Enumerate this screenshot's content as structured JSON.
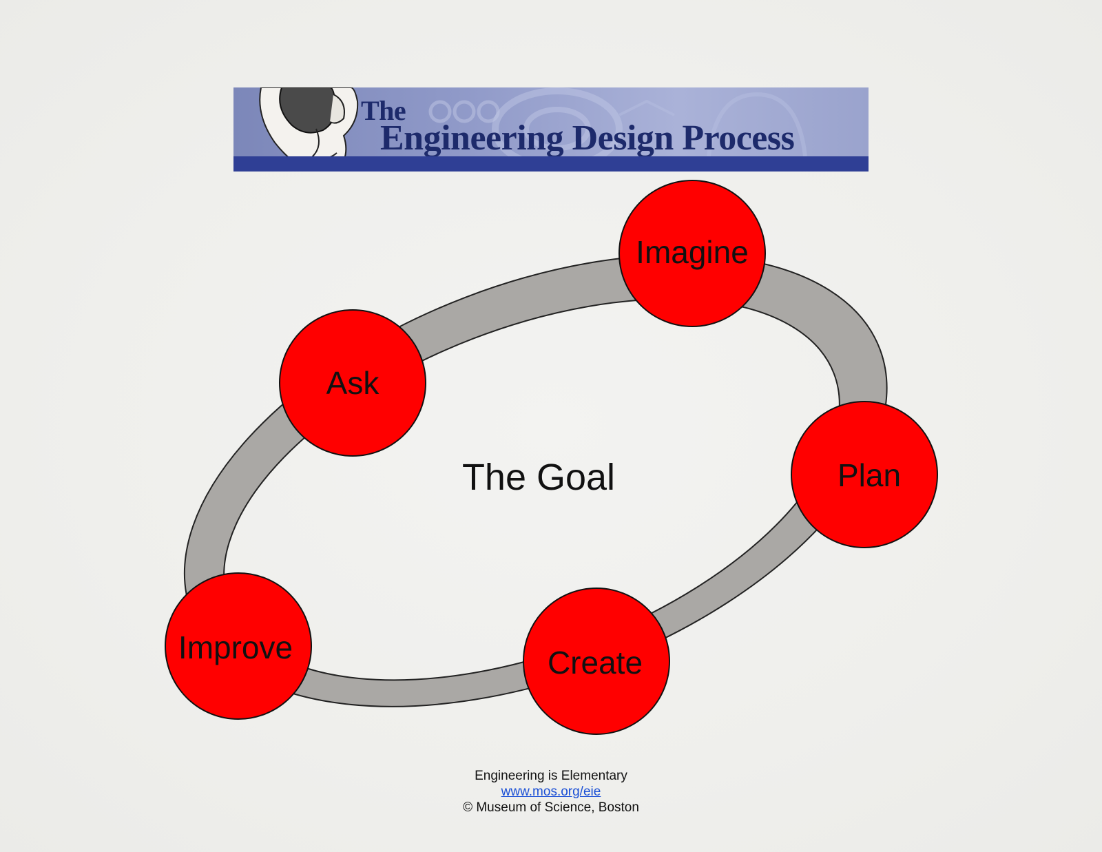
{
  "banner": {
    "the": "The",
    "title": "Engineering Design Process"
  },
  "diagram": {
    "center": "The Goal",
    "steps": [
      "Ask",
      "Imagine",
      "Plan",
      "Create",
      "Improve"
    ],
    "colors": {
      "circle": "#ff0000",
      "ring": "#aaa8a5",
      "outline": "#111111"
    }
  },
  "footer": {
    "line1": "Engineering is Elementary",
    "link": "www.mos.org/eie",
    "line3": "© Museum of Science, Boston"
  }
}
